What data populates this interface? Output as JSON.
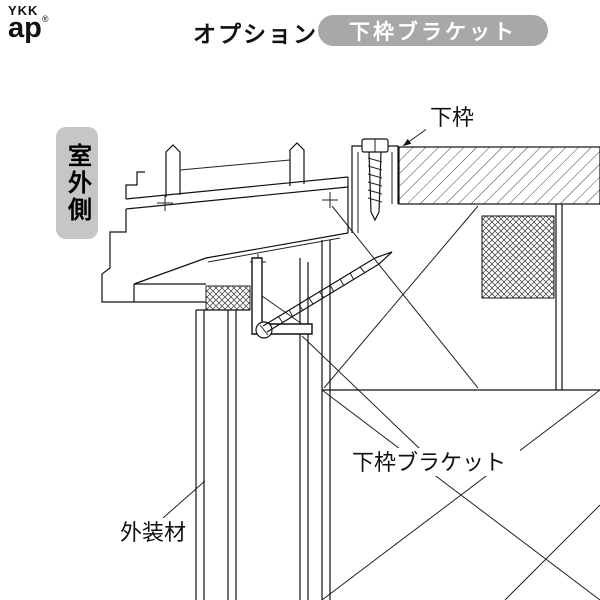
{
  "header": {
    "logo": {
      "top": "YKK",
      "main": "ap",
      "reg": "®"
    },
    "title": "オプション",
    "badge": "下枠ブラケット"
  },
  "side_badge": "室外側",
  "diagram_labels": {
    "lower_frame": "下枠",
    "bracket": "下枠ブラケット",
    "exterior_material": "外装材"
  },
  "colors": {
    "badge_bg": "#a8a8a8",
    "badge_text": "#ffffff",
    "side_badge_bg": "#c6c6c6",
    "line": "#111111",
    "background": "#ffffff"
  }
}
